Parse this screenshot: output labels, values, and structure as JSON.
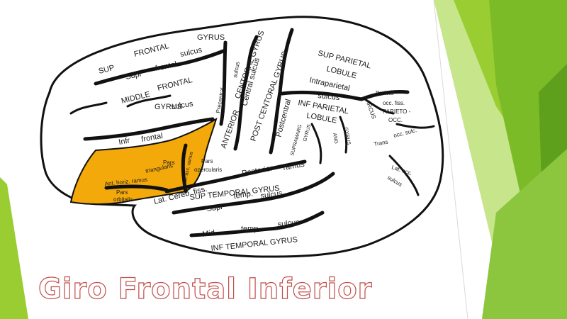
{
  "slide": {
    "title": "Giro Frontal Inferior",
    "title_color": "#c0504d",
    "accent_colors": [
      "#9acd32",
      "#7cbb28",
      "#5e9f1c",
      "#c7e58a"
    ],
    "highlight_color": "#f4a90a"
  },
  "diagram": {
    "labels": {
      "supr_gyrus": "GYRUS",
      "sup_frontal_a": "SUP",
      "sup_frontal_b": "FRONTAL",
      "supr_sulcus_a": "Supr",
      "supr_sulcus_b": "frontal",
      "supr_sulcus_c": "sulcus",
      "middle_frontal_a": "MIDDLE",
      "middle_frontal_b": "FRONTAL",
      "middle_gyrus": "GYRUS",
      "infr_sulcus_a": "Infr",
      "infr_sulcus_b": "frontal",
      "infr_sulcus_c": "sulcus",
      "precentral_sulcus_a": "Precentral",
      "precentral_sulcus_b": "sulcus",
      "central_sulcus": "Central sulcus",
      "ant_central_a": "ANTERIOR",
      "ant_central_b": "CENTORAL GYRUS",
      "post_central": "POST CENTORAL GYRUS",
      "postcentral_sulcus": "Postcentral",
      "sup_parietal_a": "SUP PARIETAL",
      "sup_parietal_b": "LOBULE",
      "intraparietal": "Intraparietal",
      "ip_sulcus": "sulcus",
      "inf_parietal_a": "INF PARIETAL",
      "inf_parietal_b": "LOBULE",
      "parieto_occ_fiss_a": "Parieto",
      "parieto_occ_fiss_b": "occ. fiss.",
      "arcus": "ARCUS",
      "parieto_occ_a": "PARIETO -",
      "parieto_occ_b": "OCC.",
      "trans_occ_a": "Trans",
      "trans_occ_b": "occ. sulc.",
      "lat_occ_a": "Lat. occ.",
      "lat_occ_b": "sulcus",
      "supramarg": "SUPRAMARG",
      "supramarg_gyrus": "GYRUS",
      "ang": "ANG",
      "ang_gyrus": "GYRUS",
      "pars_triangularis_a": "Pars",
      "pars_triangularis_b": "triangularis",
      "pars_opercularis_a": "Pars",
      "pars_opercularis_b": "opercularis",
      "ant_asc_ramus": "Ant. asc. ramus",
      "ant_horiz_ramus": "Ant. horiz. ramus",
      "pars_orbitalis_a": "Pars",
      "pars_orbitalis_b": "orbitalis",
      "posterior_ramus_a": "Posterior",
      "posterior_ramus_b": "ramus",
      "lat_cereb_fiss": "Lat. Cereb. fiss.",
      "sup_temporal": "SUP TEMPORAL GYRUS",
      "supr_temp_a": "Supr",
      "supr_temp_b": "temp.",
      "supr_temp_c": "sulcus",
      "mid_temp_a": "Mid.",
      "mid_temp_b": "temp.",
      "mid_temp_c": "sulcus",
      "inf_temporal": "INF TEMPORAL GYRUS"
    }
  }
}
